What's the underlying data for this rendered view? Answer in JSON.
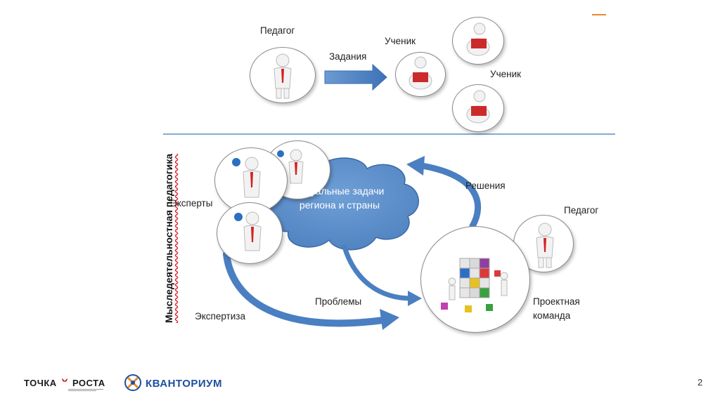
{
  "top": {
    "teacher_label": "Педагог",
    "tasks_label": "Задания",
    "student_label_1": "Ученик",
    "student_label_2": "Ученик"
  },
  "side_title": "Мыследеятельностная педагогика",
  "bottom": {
    "cloud_text": "Актуальные задачи региона и страны",
    "experts_label": "Эксперты",
    "solutions_label": "Решения",
    "teacher_label": "Педагог",
    "problems_label": "Проблемы",
    "expertise_label": "Экспертиза",
    "project_team_label": "Проектная команда"
  },
  "footer": {
    "logo_tochka_left": "ТОЧКА",
    "logo_tochka_right": "РОСТА",
    "logo_kvantorium": "КВАНТОРИУМ",
    "page_number": "2"
  },
  "colors": {
    "cloud": "#5b8ec9",
    "arrow": "#4a7fc1",
    "divider": "#5a8fc8",
    "tie": "#d42020",
    "book": "#cc2a2a",
    "accent": "#e98a2a"
  },
  "icons": [
    "teacher-figure-icon",
    "student-reading-icon",
    "expert-globe-icon",
    "cube-team-icon",
    "arrow-right-icon"
  ]
}
